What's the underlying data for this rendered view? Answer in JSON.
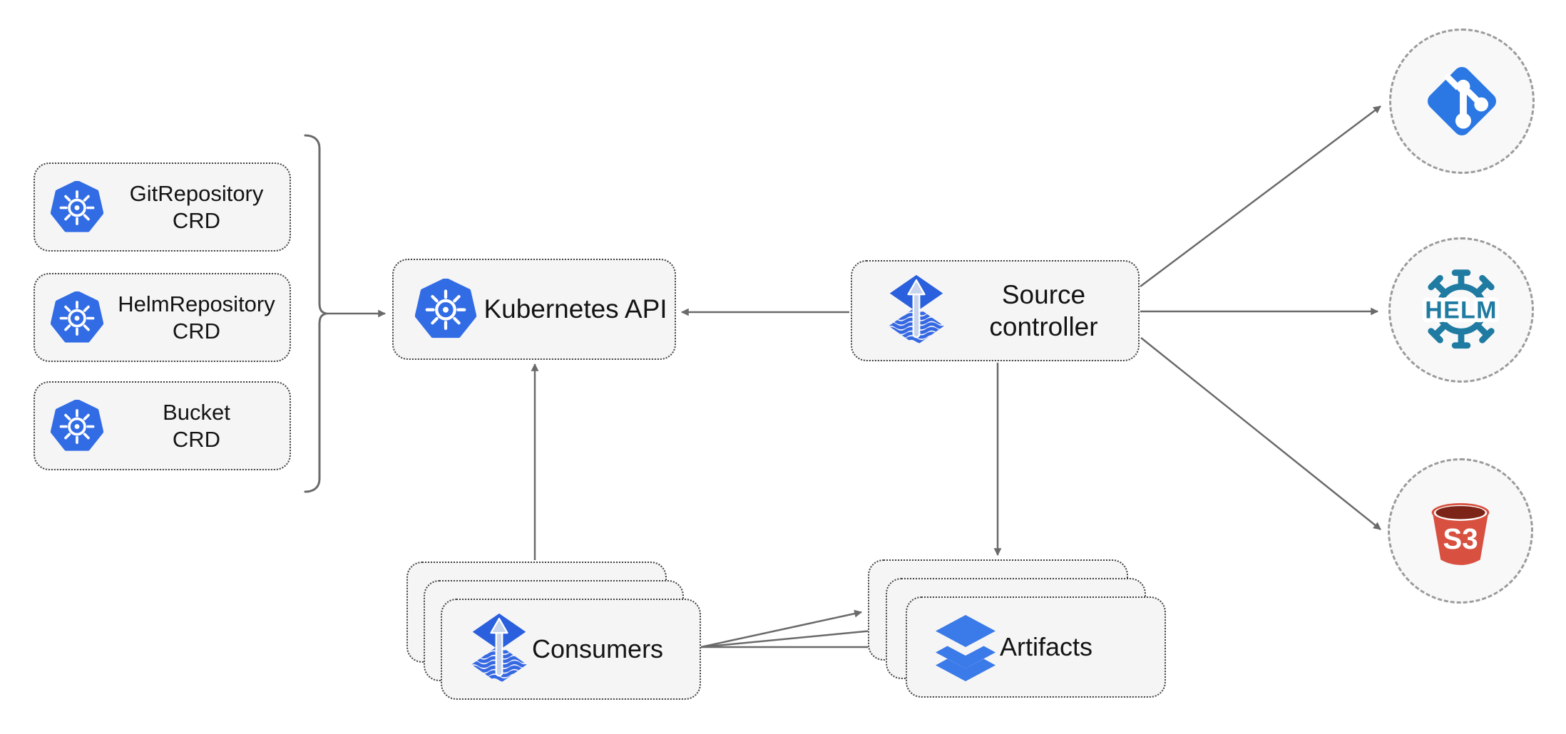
{
  "nodes": {
    "crds": [
      {
        "lines": [
          "GitRepository",
          "CRD"
        ]
      },
      {
        "lines": [
          "HelmRepository",
          "CRD"
        ]
      },
      {
        "lines": [
          "Bucket",
          "CRD"
        ]
      }
    ],
    "kubernetes_api": {
      "label": "Kubernetes API"
    },
    "source_controller": {
      "lines": [
        "Source",
        "controller"
      ]
    },
    "consumers": {
      "label": "Consumers"
    },
    "artifacts": {
      "label": "Artifacts"
    }
  },
  "external": {
    "git": {
      "icon": "git-icon"
    },
    "helm": {
      "icon": "helm-icon",
      "label": "HELM"
    },
    "s3": {
      "icon": "s3-bucket-icon",
      "label": "S3"
    }
  },
  "colors": {
    "kubernetes_blue": "#326ce5",
    "flux_blue": "#2a5fdd",
    "flux_wave_blue": "#3568e2",
    "flux_arrow_light": "#c7d4ec",
    "layers_blue": "#3a7ae9",
    "git_blue": "#2b78e4",
    "helm_teal": "#1f7ba1",
    "s3_red": "#d8503f",
    "s3_dark_red": "#7c2418",
    "connector_gray": "#6a6a6a",
    "node_fill": "#f5f5f6",
    "node_border": "#404040",
    "circle_border": "#9b9b9b",
    "label_color": "#141414"
  }
}
